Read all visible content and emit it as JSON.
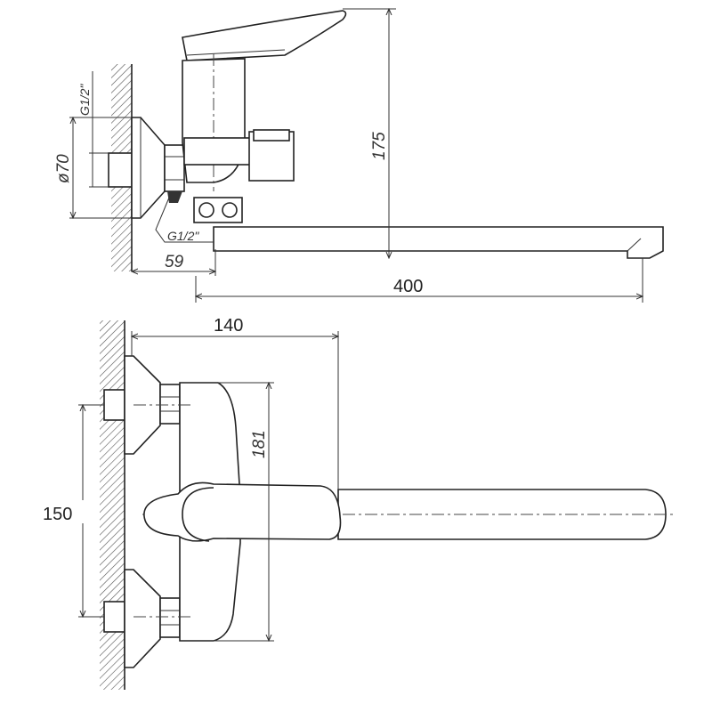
{
  "title": "Wall-mounted mixer tap dimensional drawing",
  "side_view": {
    "thread_top": "G1/2\"",
    "diameter": "ø70",
    "height": "175",
    "thread_bottom": "G1/2\"",
    "wall_offset": "59",
    "spout_reach": "400"
  },
  "front_view": {
    "depth": "140",
    "body_height": "181",
    "inlet_spacing": "150"
  }
}
